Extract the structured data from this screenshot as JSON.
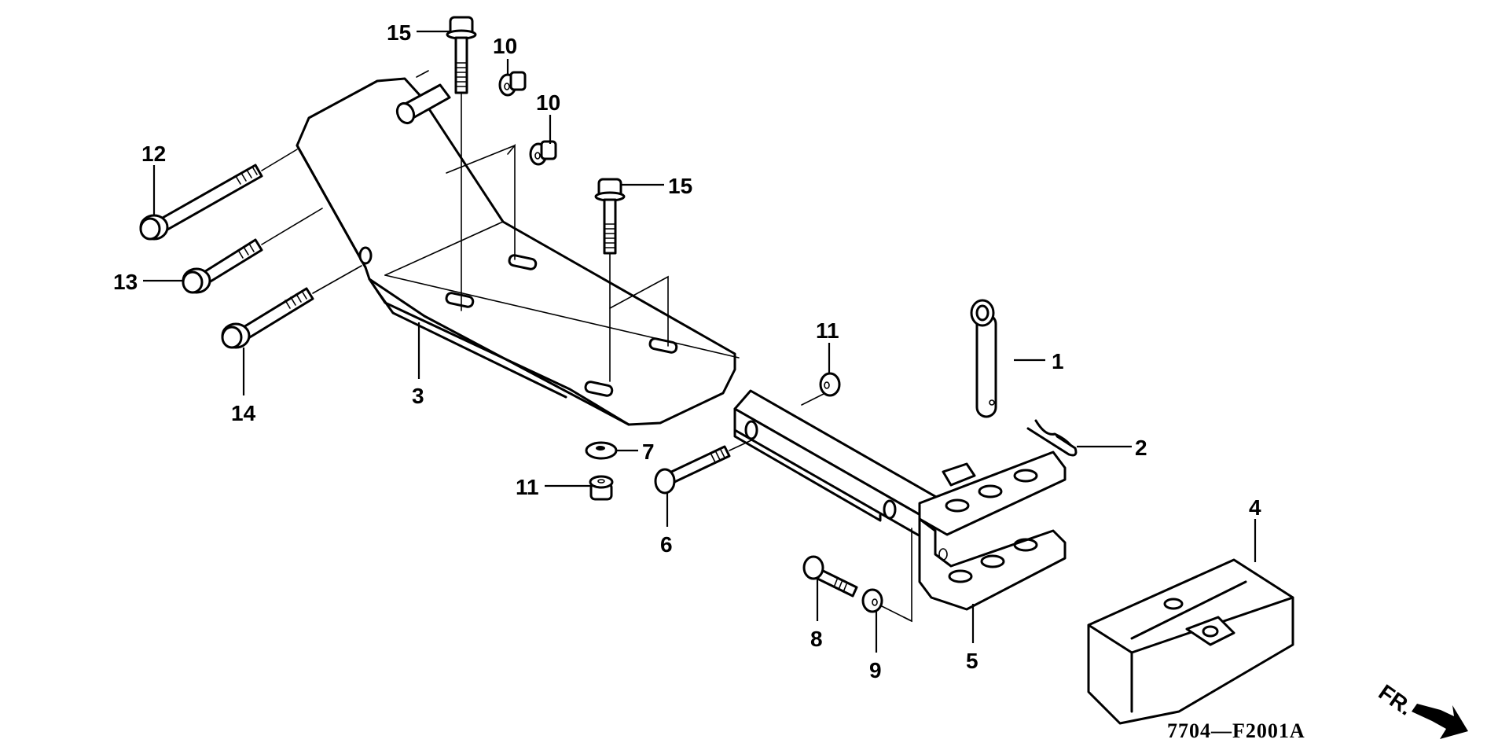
{
  "diagram": {
    "type": "exploded-parts-diagram",
    "figure_code": "7704—F2001A",
    "direction_indicator": {
      "label": "FR.",
      "icon": "arrow-down-right-icon"
    },
    "parts": [
      {
        "ref": "1",
        "label": "1",
        "name": "hitch-pin"
      },
      {
        "ref": "2",
        "label": "2",
        "name": "hair-pin-clip"
      },
      {
        "ref": "3",
        "label": "3",
        "name": "hitch-mounting-bracket"
      },
      {
        "ref": "4",
        "label": "4",
        "name": "weight-block"
      },
      {
        "ref": "5",
        "label": "5",
        "name": "hitch-plate"
      },
      {
        "ref": "6",
        "label": "6",
        "name": "bolt"
      },
      {
        "ref": "7",
        "label": "7",
        "name": "washer"
      },
      {
        "ref": "8",
        "label": "8",
        "name": "bolt"
      },
      {
        "ref": "9",
        "label": "9",
        "name": "nut"
      },
      {
        "ref": "10a",
        "label": "10",
        "name": "flange-nut"
      },
      {
        "ref": "10b",
        "label": "10",
        "name": "flange-nut"
      },
      {
        "ref": "11a",
        "label": "11",
        "name": "flange-nut"
      },
      {
        "ref": "11b",
        "label": "11",
        "name": "flange-nut"
      },
      {
        "ref": "12",
        "label": "12",
        "name": "flange-bolt"
      },
      {
        "ref": "13",
        "label": "13",
        "name": "flange-bolt"
      },
      {
        "ref": "14",
        "label": "14",
        "name": "flange-bolt"
      },
      {
        "ref": "15a",
        "label": "15",
        "name": "flange-bolt"
      },
      {
        "ref": "15b",
        "label": "15",
        "name": "flange-bolt"
      }
    ]
  }
}
